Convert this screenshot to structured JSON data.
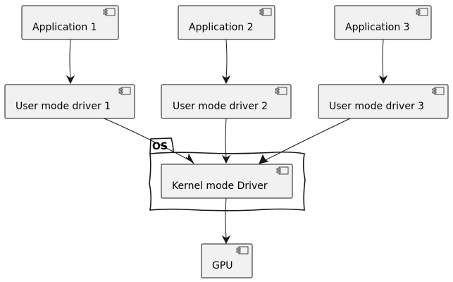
{
  "diagram": {
    "package": {
      "label": "OS"
    },
    "nodes": {
      "app1": "Application 1",
      "app2": "Application 2",
      "app3": "Application 3",
      "umd1": "User mode driver 1",
      "umd2": "User mode driver 2",
      "umd3": "User mode driver 3",
      "kmd": "Kernel mode Driver",
      "gpu": "GPU"
    },
    "component_icon": "component-icon",
    "edges": [
      {
        "from": "app1",
        "to": "umd1"
      },
      {
        "from": "app2",
        "to": "umd2"
      },
      {
        "from": "app3",
        "to": "umd3"
      },
      {
        "from": "umd1",
        "to": "kmd"
      },
      {
        "from": "umd2",
        "to": "kmd"
      },
      {
        "from": "umd3",
        "to": "kmd"
      },
      {
        "from": "kmd",
        "to": "gpu"
      }
    ]
  }
}
